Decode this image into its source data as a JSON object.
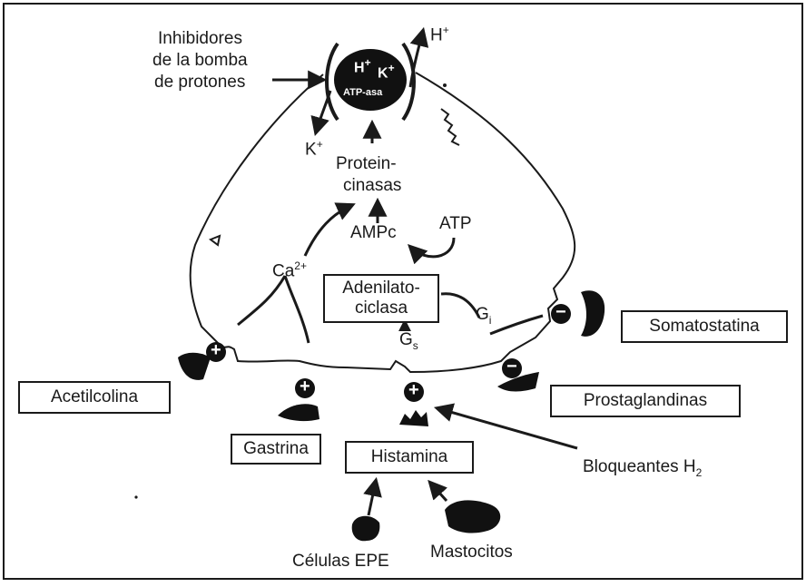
{
  "colors": {
    "ink": "#1a1a1a",
    "background": "#ffffff"
  },
  "pump": {
    "h_label": "H",
    "h_charge": "+",
    "k_label": "K",
    "k_charge": "+",
    "enzyme": "ATP-asa"
  },
  "labels": {
    "inhibitors_line1": "Inhibidores",
    "inhibitors_line2": "de la bomba",
    "inhibitors_line3": "de protones",
    "h_out": "H",
    "h_out_charge": "+",
    "k_out": "K",
    "k_out_charge": "+",
    "proteinkinase_line1": "Protein-",
    "proteinkinase_line2": "cinasas",
    "ampc": "AMPc",
    "atp": "ATP",
    "calcium": "Ca",
    "calcium_charge": "2+",
    "gi": "G",
    "gi_sub": "i",
    "gs": "G",
    "gs_sub": "s",
    "h2_blockers": "Bloqueantes H",
    "h2_sub": "2",
    "epe_cells": "Células EPE",
    "mast_cells": "Mastocitos"
  },
  "boxes": {
    "adenylate_line1": "Adenilato-",
    "adenylate_line2": "ciclasa",
    "somatostatin": "Somatostatina",
    "acetylcholine": "Acetilcolina",
    "prostaglandins": "Prostaglandinas",
    "gastrin": "Gastrina",
    "histamine": "Histamina"
  },
  "signs": {
    "plus": "+",
    "minus": "−"
  }
}
